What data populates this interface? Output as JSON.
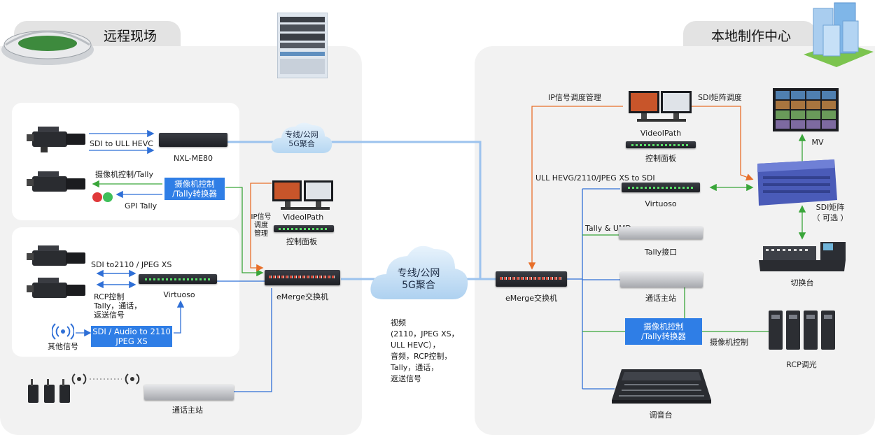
{
  "regions": {
    "remote": {
      "title": "远程现场"
    },
    "local": {
      "title": "本地制作中心"
    }
  },
  "remote": {
    "sdi_to_ull_hevc": "SDI to ULL HEVC",
    "nxl_me80": "NXL-ME80",
    "camera_control_tally": "摄像机控制/Tally",
    "gpi_tally": "GPI Tally",
    "cam_ctrl_converter": "摄像机控制\n/Tally转换器",
    "sdi_to_2110": "SDI to2110 / JPEG XS",
    "rcp_lines": "RCP控制\nTally，通话，\n返送信号",
    "virtuoso": "Virtuoso",
    "other_signals": "其他信号",
    "sdi_audio_box": "SDI / Audio to 2110\nJPEG XS",
    "ip_sched": "IP信号\n调度\n管理",
    "videoipath": "VideoIPath",
    "control_panel": "控制面板",
    "emerge": "eMerge交换机",
    "intercom_main": "通话主站"
  },
  "clouds": {
    "top": "专线/公网\n5G聚合",
    "middle": "专线/公网\n5G聚合"
  },
  "middle_note": "视频\n(2110，JPEG XS，\nULL HEVC），\n音频，RCP控制，\nTally，通话，\n返送信号",
  "local": {
    "ip_sched": "IP信号调度管理",
    "sdi_matrix_sched": "SDI矩阵调度",
    "videoipath": "VideoIPath",
    "control_panel": "控制面板",
    "mv": "MV",
    "ull_hevc": "ULL HEVG/2110/JPEG XS to SDI",
    "virtuoso": "Virtuoso",
    "sdi_matrix_optional": "SDI矩阵\n（ 可选 ）",
    "tally_umd": "Tally & UMD",
    "tally_interface": "Tally接口",
    "switcher": "切换台",
    "emerge": "eMerge交换机",
    "intercom_main": "通话主站",
    "cam_ctrl_converter": "摄像机控制\n/Tally转换器",
    "camera_control": "摄像机控制",
    "rcp": "RCP调光",
    "mixer": "调音台"
  },
  "colors": {
    "blue_line": "#2f6fd6",
    "light_blue_line": "#9cc3ee",
    "orange_line": "#e86f2a",
    "green_line": "#3aa63a",
    "box_blue": "#2f7ee6",
    "panel_grey": "#f2f2f2"
  },
  "icons": [
    "stadium-icon",
    "buildings-icon",
    "camera-icon",
    "tally-lamp-icon",
    "wireless-signal-icon",
    "beltpack-icon",
    "monitor-icon",
    "rack-icon",
    "cloud-icon",
    "multiviewer-icon",
    "matrix-router-icon",
    "switcher-icon",
    "rcp-panel-icon",
    "audio-mixer-icon"
  ]
}
